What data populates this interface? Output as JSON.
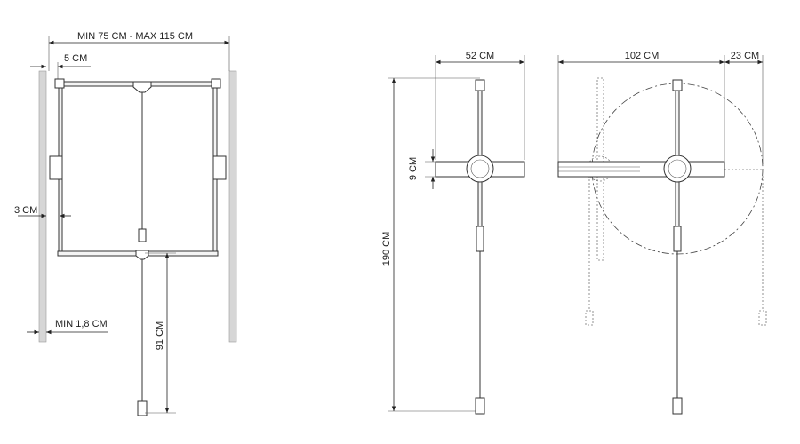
{
  "left_view": {
    "width_range": "MIN 75 CM  -  MAX 115 CM",
    "offset_top": "5 CM",
    "offset_side": "3 CM",
    "wall_min": "MIN 1,8 CM",
    "lowered_height": "91 CM"
  },
  "middle_view": {
    "width": "52 CM",
    "bar_height": "9 CM",
    "total_height": "190 CM"
  },
  "right_view": {
    "swing_width": "102 CM",
    "extension": "23 CM"
  }
}
